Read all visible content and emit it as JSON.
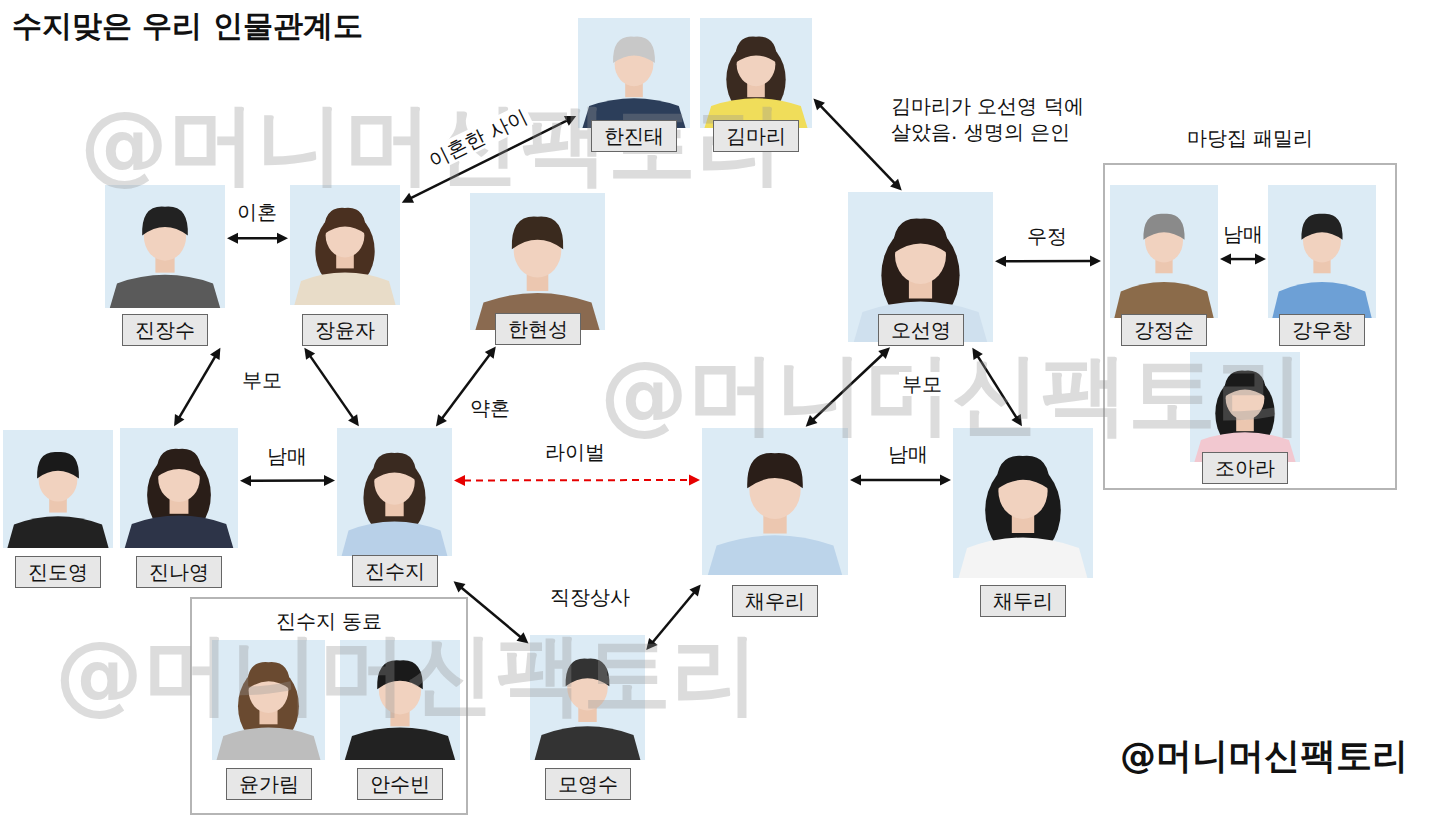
{
  "diagram": {
    "title": "수지맞은 우리 인물관계도",
    "nodes": [
      {
        "text": [
          "한진태"
        ]
      },
      {
        "text": [
          "김마리"
        ]
      },
      {
        "text": [
          "진장수"
        ]
      },
      {
        "text": [
          "장윤자"
        ]
      },
      {
        "text": [
          "한현성"
        ]
      },
      {
        "text": [
          "오선영"
        ]
      },
      {
        "text": [
          "마당집 패밀리"
        ]
      },
      {
        "text": [
          "강정순"
        ],
        "in": 6
      },
      {
        "text": [
          "강우창"
        ],
        "in": 6
      },
      {
        "text": [
          "조아라"
        ],
        "in": 6
      },
      {
        "text": [
          "진도영"
        ]
      },
      {
        "text": [
          "진나영"
        ]
      },
      {
        "text": [
          "진수지"
        ]
      },
      {
        "text": [
          "채우리"
        ]
      },
      {
        "text": [
          "채두리"
        ]
      },
      {
        "text": [
          "진수지 동료"
        ]
      },
      {
        "text": [
          "윤가림"
        ],
        "in": 15
      },
      {
        "text": [
          "안수빈"
        ],
        "in": 15
      },
      {
        "text": [
          "모영수"
        ]
      }
    ],
    "edges": [
      {
        "from": 3,
        "to": 0,
        "arrow": "both",
        "label": "이혼한 사이"
      },
      {
        "from": 2,
        "to": 3,
        "arrow": "both",
        "label": "이혼"
      },
      {
        "from": 1,
        "to": 5,
        "arrow": "both",
        "label": "김마리가 오선영 덕에 살았음. 생명의 은인"
      },
      {
        "from": 5,
        "to": 6,
        "arrow": "both",
        "label": "우정"
      },
      {
        "from": 7,
        "to": 8,
        "arrow": "both",
        "label": "남매"
      },
      {
        "from": 2,
        "to": 11,
        "arrow": "both"
      },
      {
        "from": 3,
        "to": 12,
        "arrow": "both"
      },
      {
        "from": 11,
        "to": 12,
        "arrow": "both",
        "label": "남매"
      },
      {
        "from": 12,
        "to": 4,
        "arrow": "both",
        "label": "약혼"
      },
      {
        "from": 12,
        "to": 13,
        "arrow": "both",
        "label": "라이벌"
      },
      {
        "from": 13,
        "to": 14,
        "arrow": "both",
        "label": "남매"
      },
      {
        "from": 5,
        "to": 13,
        "arrow": "both"
      },
      {
        "from": 5,
        "to": 14,
        "arrow": "both"
      },
      {
        "from": 12,
        "to": 18,
        "arrow": "both"
      },
      {
        "from": 18,
        "to": 13,
        "arrow": "both"
      }
    ],
    "labels": [
      "@머니머신팩토리",
      "부모",
      "부모",
      "@머니머신팩토리",
      "직장상사",
      "@머니머신팩토리",
      "@머니머신팩토리"
    ]
  }
}
